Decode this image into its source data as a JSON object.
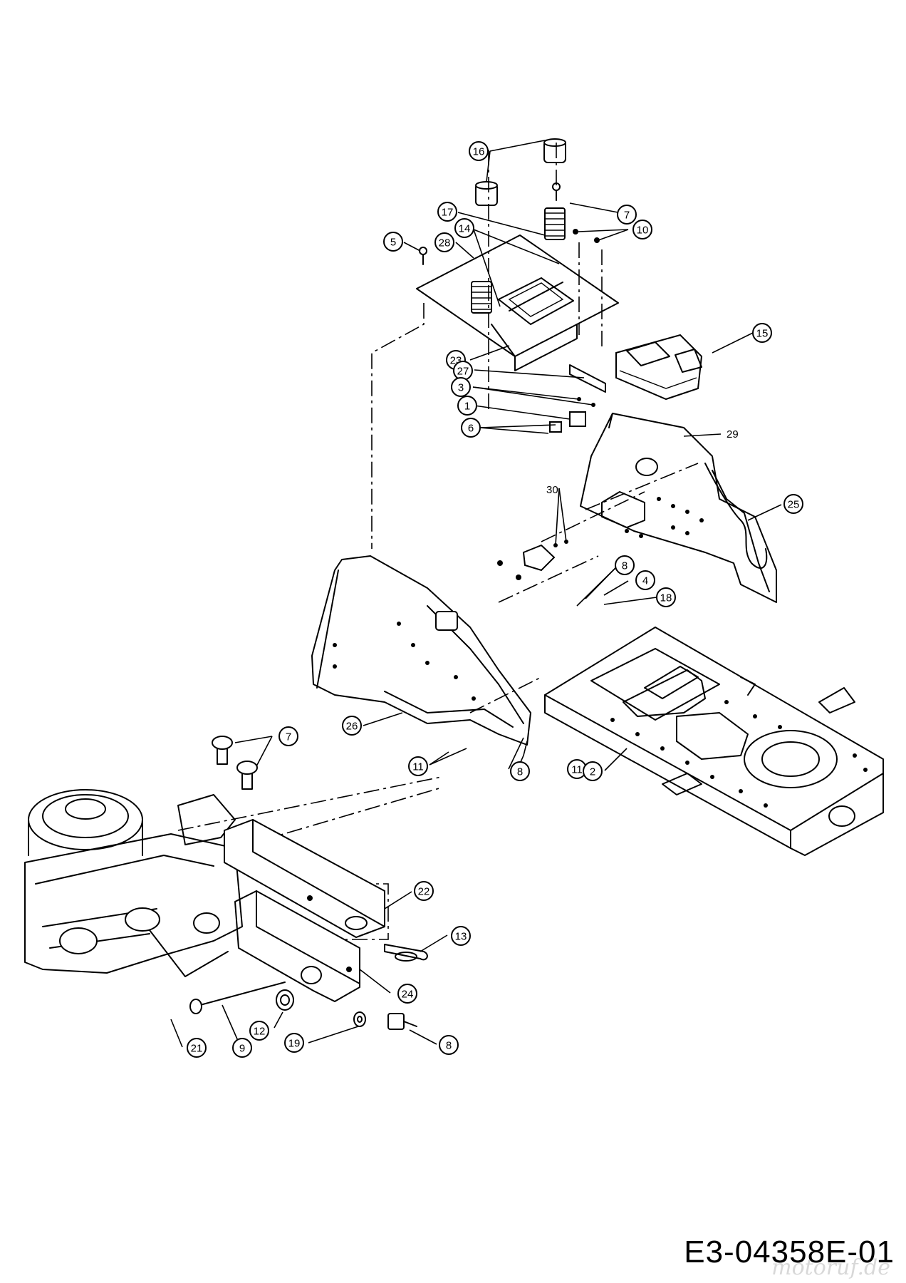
{
  "drawing_code": "E3-04358E-01",
  "watermark": "motoruf.de",
  "callouts": [
    {
      "label": "16"
    },
    {
      "label": "7"
    },
    {
      "label": "17"
    },
    {
      "label": "14"
    },
    {
      "label": "10"
    },
    {
      "label": "5"
    },
    {
      "label": "28"
    },
    {
      "label": "15"
    },
    {
      "label": "23"
    },
    {
      "label": "27"
    },
    {
      "label": "3"
    },
    {
      "label": "1"
    },
    {
      "label": "6"
    },
    {
      "label": "29"
    },
    {
      "label": "25"
    },
    {
      "label": "30"
    },
    {
      "label": "8"
    },
    {
      "label": "4"
    },
    {
      "label": "18"
    },
    {
      "label": "26"
    },
    {
      "label": "11"
    },
    {
      "label": "8"
    },
    {
      "label": "11"
    },
    {
      "label": "2"
    },
    {
      "label": "7"
    },
    {
      "label": "22"
    },
    {
      "label": "13"
    },
    {
      "label": "24"
    },
    {
      "label": "12"
    },
    {
      "label": "19"
    },
    {
      "label": "8"
    },
    {
      "label": "21"
    },
    {
      "label": "9"
    }
  ]
}
